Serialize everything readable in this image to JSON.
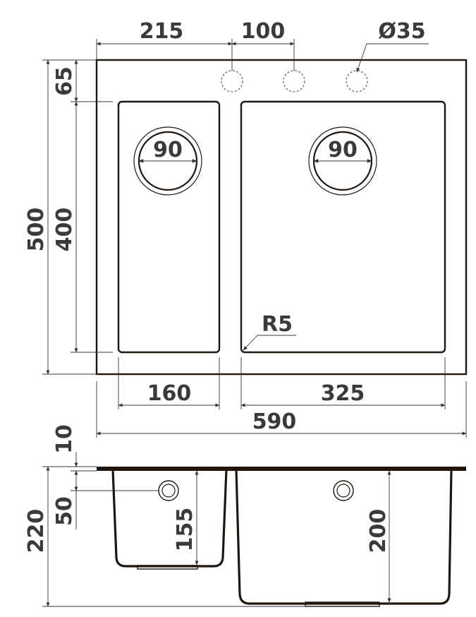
{
  "drawing": {
    "top_view": {
      "overall_width": "590",
      "overall_depth": "500",
      "bowl_depth": "400",
      "edge_offset": "65",
      "hole_offset": "215",
      "hole_spacing": "100",
      "hole_diameter": "Ø35",
      "small_bowl_width": "160",
      "large_bowl_width": "325",
      "drain_small": "90",
      "drain_large": "90",
      "corner_radius": "R5"
    },
    "side_view": {
      "rim_thickness": "10",
      "overflow_height": "50",
      "total_height": "220",
      "small_bowl_height": "155",
      "large_bowl_height": "200"
    }
  },
  "colors": {
    "outline": "#1f1610",
    "dimension_text": "#3a3a3a",
    "dimension_line": "#333333"
  }
}
